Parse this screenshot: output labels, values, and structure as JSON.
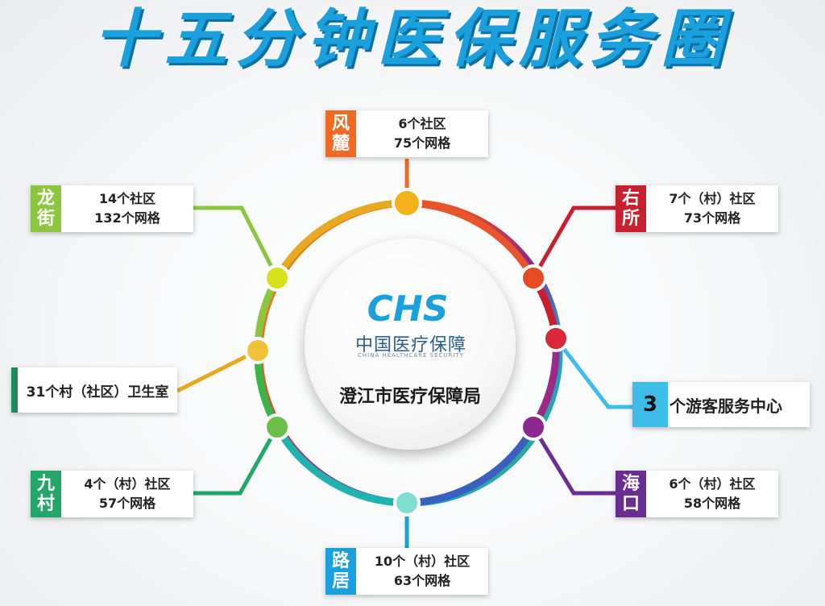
{
  "title": "十五分钟医保服务圈",
  "center": {
    "logo_text": "CHS",
    "logo_cn": "中国医疗保障",
    "logo_en": "CHINA HEALTHCARE SECURITY",
    "label": "澄江市医疗保障局"
  },
  "nodes": {
    "fengli": {
      "tag": [
        "风",
        "麓"
      ],
      "line1": "6个社区",
      "line2": "75个网格",
      "color": "#f06a24"
    },
    "longjie": {
      "tag": [
        "龙",
        "街"
      ],
      "line1": "14个社区",
      "line2": "132个网格",
      "color": "#8cc63f"
    },
    "yousuo": {
      "tag": [
        "右",
        "所"
      ],
      "line1": "7个（村）社区",
      "line2": "73个网格",
      "color": "#c8202f"
    },
    "jiucun": {
      "tag": [
        "九",
        "村"
      ],
      "line1": "4个（村）社区",
      "line2": "57个网格",
      "color": "#23a66a"
    },
    "haikou": {
      "tag": [
        "海",
        "口"
      ],
      "line1": "6个（村）社区",
      "line2": "58个网格",
      "color": "#6a2d91"
    },
    "luju": {
      "tag": [
        "路",
        "居"
      ],
      "line1": "10个（村）社区",
      "line2": "63个网格",
      "color": "#1aa0dc"
    }
  },
  "health_rooms": {
    "num": "31",
    "text": "个村（社区）卫生室",
    "color": "#1d8a5a",
    "line_color": "#e8a820"
  },
  "tourist_centers": {
    "num": "3",
    "text": "个游客服务中心",
    "color": "#3dbde8"
  }
}
